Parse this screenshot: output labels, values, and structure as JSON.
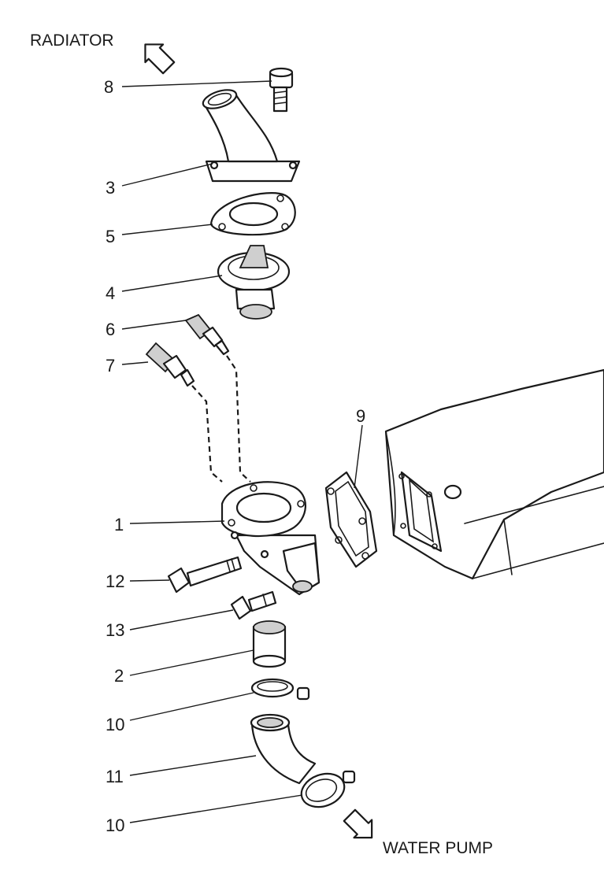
{
  "flow_labels": {
    "radiator": "RADIATOR",
    "water_pump": "WATER PUMP"
  },
  "callouts": [
    {
      "key": "8",
      "label": "8"
    },
    {
      "key": "3",
      "label": "3"
    },
    {
      "key": "5",
      "label": "5"
    },
    {
      "key": "4",
      "label": "4"
    },
    {
      "key": "6",
      "label": "6"
    },
    {
      "key": "7",
      "label": "7"
    },
    {
      "key": "9",
      "label": "9"
    },
    {
      "key": "1",
      "label": "1"
    },
    {
      "key": "12",
      "label": "12"
    },
    {
      "key": "13",
      "label": "13"
    },
    {
      "key": "2",
      "label": "2"
    },
    {
      "key": "10a",
      "label": "10"
    },
    {
      "key": "11",
      "label": "11"
    },
    {
      "key": "10b",
      "label": "10"
    }
  ]
}
